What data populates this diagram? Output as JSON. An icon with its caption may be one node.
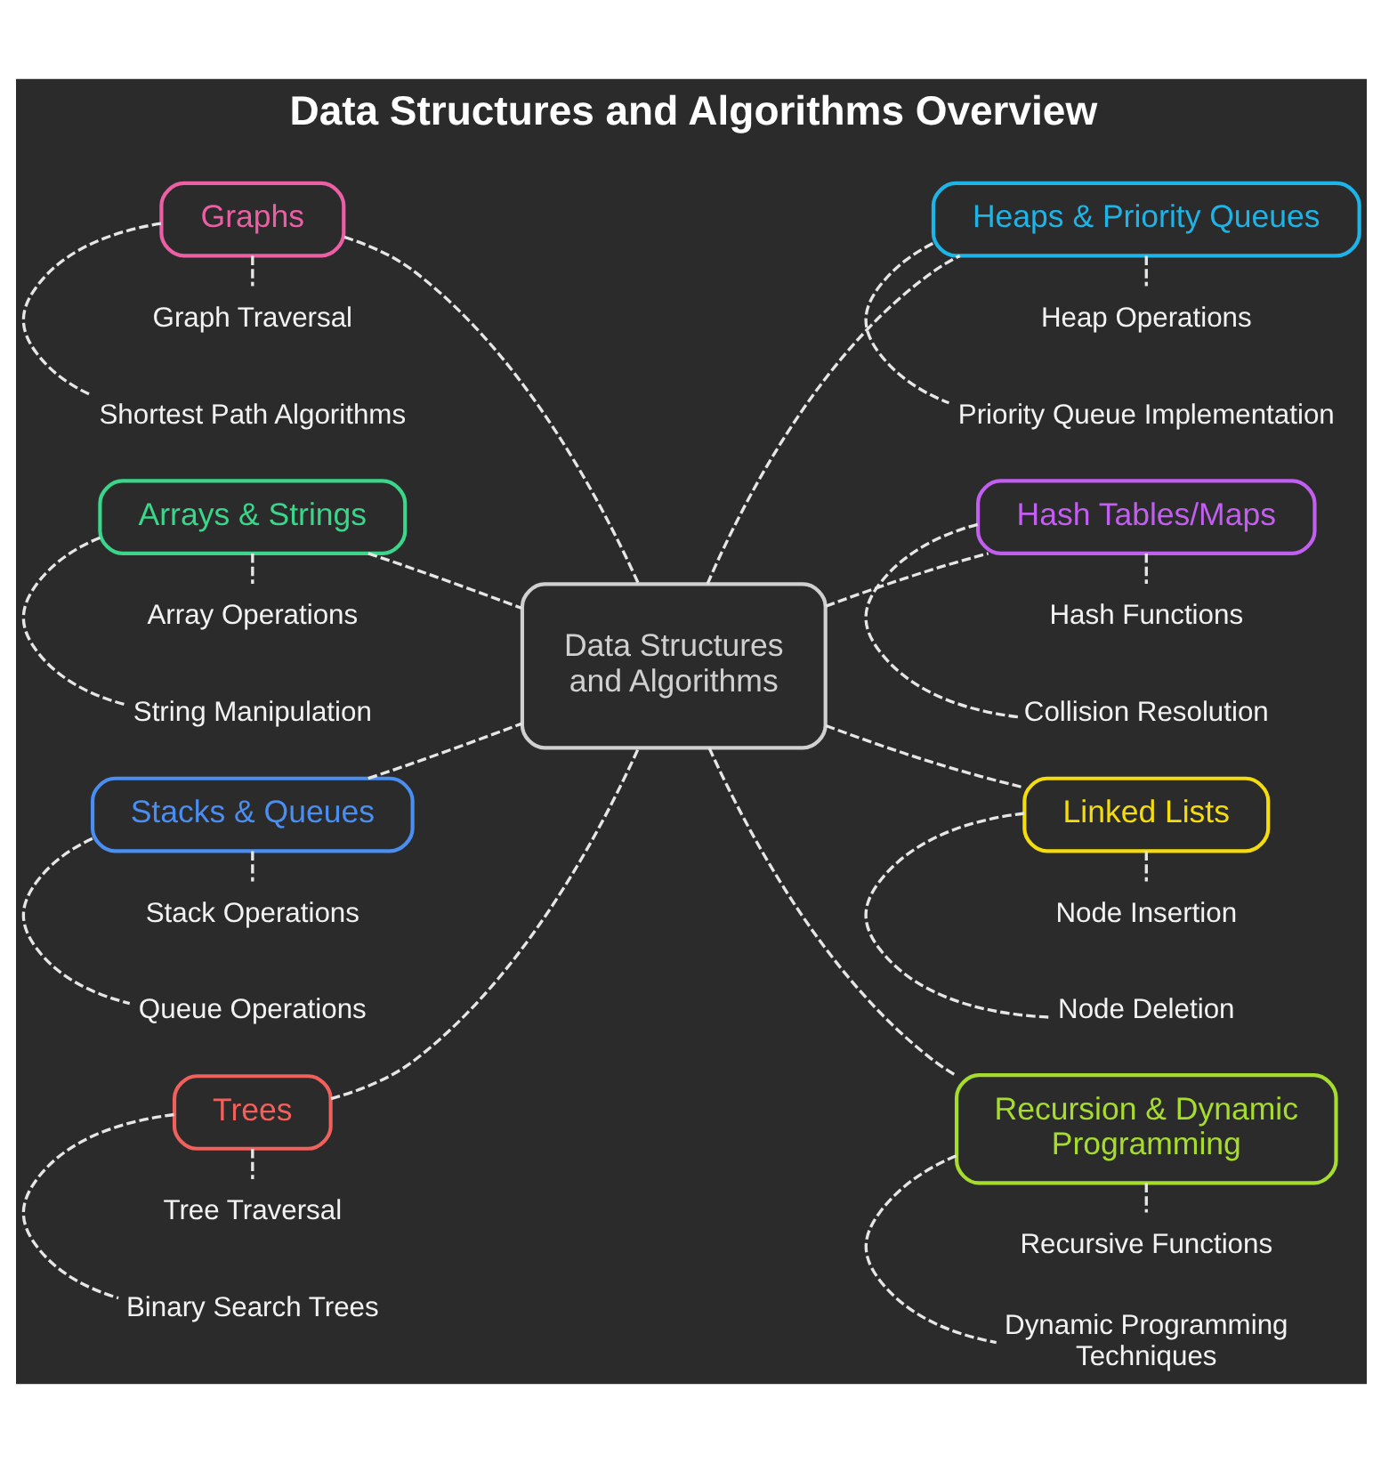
{
  "diagram": {
    "title": "Data Structures and Algorithms Overview",
    "nodes": [
      {
        "text": [
          "Data Structures and Algorithms"
        ]
      },
      {
        "text": [
          "Graphs"
        ]
      },
      {
        "text": [
          "Graph Traversal"
        ]
      },
      {
        "text": [
          "Shortest Path Algorithms"
        ]
      },
      {
        "text": [
          "Heaps & Priority Queues"
        ]
      },
      {
        "text": [
          "Heap Operations"
        ]
      },
      {
        "text": [
          "Priority Queue Implementation"
        ]
      },
      {
        "text": [
          "Arrays & Strings"
        ]
      },
      {
        "text": [
          "Array Operations"
        ]
      },
      {
        "text": [
          "String Manipulation"
        ]
      },
      {
        "text": [
          "Hash Tables/Maps"
        ]
      },
      {
        "text": [
          "Hash Functions"
        ]
      },
      {
        "text": [
          "Collision Resolution"
        ]
      },
      {
        "text": [
          "Stacks & Queues"
        ]
      },
      {
        "text": [
          "Stack Operations"
        ]
      },
      {
        "text": [
          "Queue Operations"
        ]
      },
      {
        "text": [
          "Linked Lists"
        ]
      },
      {
        "text": [
          "Node Insertion"
        ]
      },
      {
        "text": [
          "Node Deletion"
        ]
      },
      {
        "text": [
          "Trees"
        ]
      },
      {
        "text": [
          "Tree Traversal"
        ]
      },
      {
        "text": [
          "Binary Search Trees"
        ]
      },
      {
        "text": [
          "Recursion & Dynamic Programming"
        ]
      },
      {
        "text": [
          "Recursive Functions"
        ]
      },
      {
        "text": [
          "Dynamic Programming Techniques"
        ]
      }
    ],
    "edges": [
      {
        "from": 1,
        "to": 0,
        "arrow": "none",
        "style": "dashed"
      },
      {
        "from": 1,
        "to": 2,
        "arrow": "none",
        "style": "dashed"
      },
      {
        "from": 1,
        "to": 3,
        "arrow": "none",
        "style": "dashed"
      },
      {
        "from": 0,
        "to": 4,
        "arrow": "none",
        "style": "dashed"
      },
      {
        "from": 4,
        "to": 5,
        "arrow": "none",
        "style": "dashed"
      },
      {
        "from": 4,
        "to": 6,
        "arrow": "none",
        "style": "dashed"
      },
      {
        "from": 7,
        "to": 0,
        "arrow": "none",
        "style": "dashed"
      },
      {
        "from": 7,
        "to": 8,
        "arrow": "none",
        "style": "dashed"
      },
      {
        "from": 7,
        "to": 9,
        "arrow": "none",
        "style": "dashed"
      },
      {
        "from": 0,
        "to": 10,
        "arrow": "none",
        "style": "dashed"
      },
      {
        "from": 10,
        "to": 11,
        "arrow": "none",
        "style": "dashed"
      },
      {
        "from": 10,
        "to": 12,
        "arrow": "none",
        "style": "dashed"
      },
      {
        "from": 13,
        "to": 0,
        "arrow": "none",
        "style": "dashed"
      },
      {
        "from": 13,
        "to": 14,
        "arrow": "none",
        "style": "dashed"
      },
      {
        "from": 13,
        "to": 15,
        "arrow": "none",
        "style": "dashed"
      },
      {
        "from": 0,
        "to": 16,
        "arrow": "none",
        "style": "dashed"
      },
      {
        "from": 16,
        "to": 17,
        "arrow": "none",
        "style": "dashed"
      },
      {
        "from": 16,
        "to": 18,
        "arrow": "none",
        "style": "dashed"
      },
      {
        "from": 19,
        "to": 0,
        "arrow": "none",
        "style": "dashed"
      },
      {
        "from": 19,
        "to": 20,
        "arrow": "none",
        "style": "dashed"
      },
      {
        "from": 19,
        "to": 21,
        "arrow": "none",
        "style": "dashed"
      },
      {
        "from": 0,
        "to": 22,
        "arrow": "none",
        "style": "dashed"
      },
      {
        "from": 22,
        "to": 23,
        "arrow": "none",
        "style": "dashed"
      },
      {
        "from": 22,
        "to": 24,
        "arrow": "none",
        "style": "dashed"
      }
    ]
  }
}
